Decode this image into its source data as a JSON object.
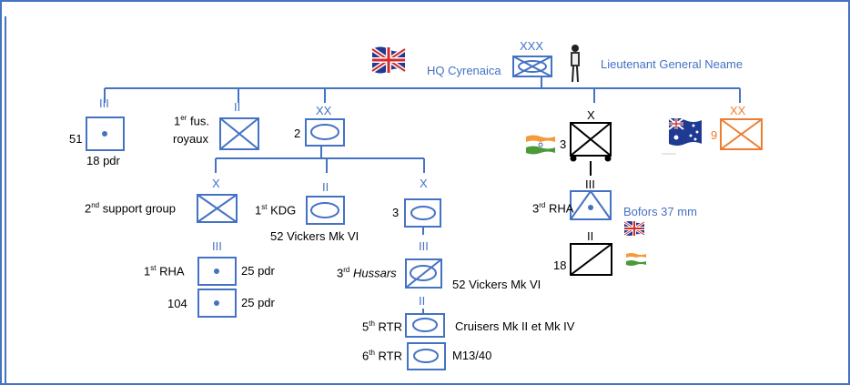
{
  "hq": {
    "echelon": "XXX",
    "label": "HQ Cyrenaica",
    "commander": "Lieutenant General Neame"
  },
  "top": {
    "u51": {
      "echelon": "III",
      "number": "51",
      "caption": "18 pdr"
    },
    "fus": {
      "echelon": "II",
      "sup": "er",
      "line1_pre": "1",
      "line1_post": " fus.",
      "line2": "royaux"
    },
    "div2": {
      "echelon": "XX",
      "number": "2"
    },
    "indian3": {
      "echelon": "X",
      "number": "3"
    },
    "aus9": {
      "echelon": "XX",
      "number": "9"
    }
  },
  "div2": {
    "support": {
      "echelon": "X",
      "pre": "2",
      "sup": "nd",
      "post": " support group"
    },
    "kdg": {
      "echelon": "II",
      "pre": "1",
      "sup": "st",
      "post": " KDG",
      "caption": "52 Vickers Mk VI"
    },
    "armd3": {
      "echelon": "X",
      "number": "3"
    },
    "rha1": {
      "echelon": "III",
      "pre": "1",
      "sup": "st",
      "post": " RHA",
      "equip": "25 pdr"
    },
    "u104": {
      "number": "104",
      "equip": "25 pdr"
    },
    "hussars": {
      "echelon": "III",
      "pre": "3",
      "sup": "rd",
      "post": " Hussars",
      "equip": "52 Vickers Mk VI"
    },
    "rtr5": {
      "echelon": "II",
      "pre": "5",
      "sup": "th",
      "post": " RTR",
      "equip": "Cruisers Mk II et Mk IV"
    },
    "rtr6": {
      "pre": "6",
      "sup": "th",
      "post": " RTR",
      "equip": "M13/40"
    }
  },
  "indian": {
    "rha3": {
      "echelon": "III",
      "pre": "3",
      "sup": "rd",
      "post": " RHA",
      "equip": "Bofors 37 mm"
    },
    "u18": {
      "echelon": "II",
      "number": "18"
    }
  },
  "colors": {
    "blue": "#4472C4",
    "black": "#000000",
    "orange": "#ED7D31",
    "equip_blue": "#4472C4"
  }
}
